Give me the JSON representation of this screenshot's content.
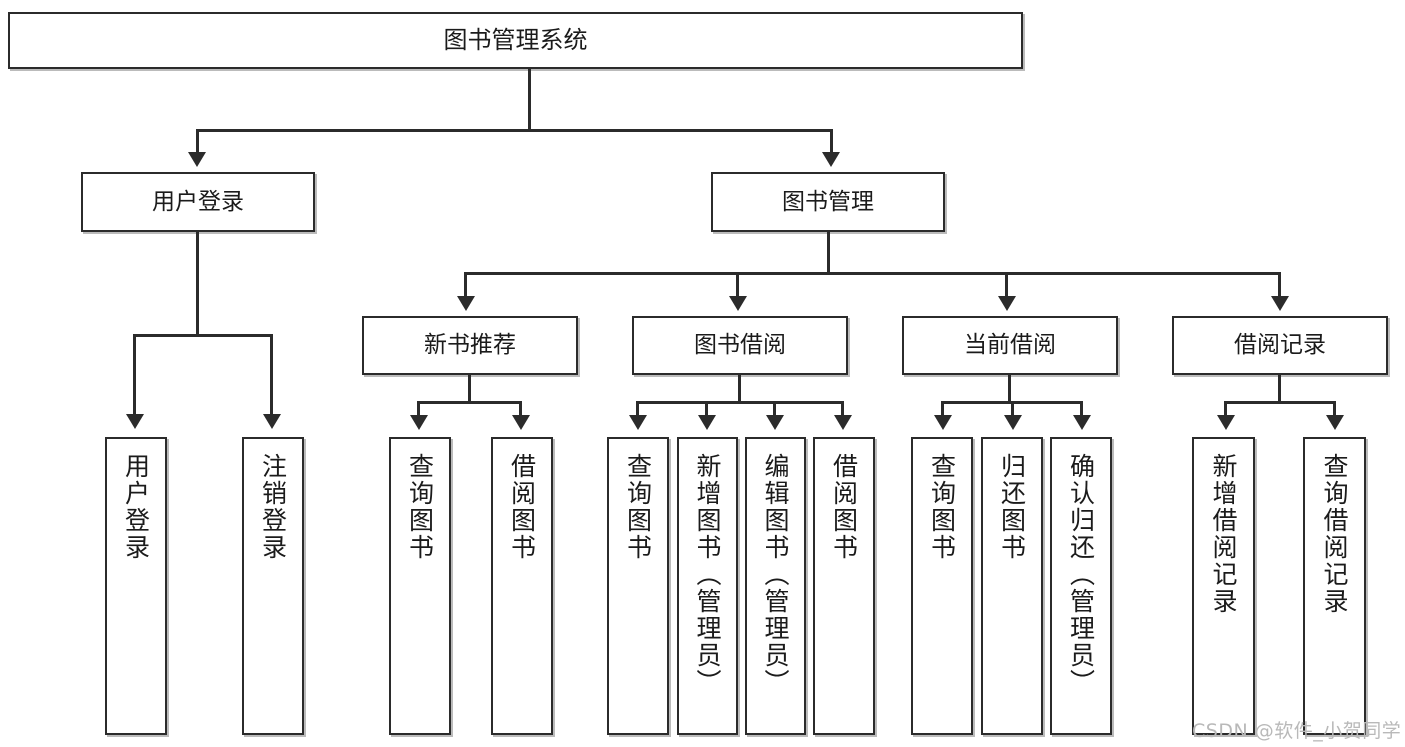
{
  "diagram": {
    "title": "图书管理系统",
    "type": "tree-hierarchy-diagram",
    "accent_color": "#2b2b2b",
    "background_color": "#ffffff",
    "root": {
      "label": "图书管理系统"
    },
    "level2": [
      {
        "label": "用户登录"
      },
      {
        "label": "图书管理"
      }
    ],
    "level3": [
      {
        "label": "新书推荐"
      },
      {
        "label": "图书借阅"
      },
      {
        "label": "当前借阅"
      },
      {
        "label": "借阅记录"
      }
    ],
    "leaves": {
      "user_login": [
        {
          "label": "用户登录"
        },
        {
          "label": "注销登录"
        }
      ],
      "new_book": [
        {
          "label": "查询图书"
        },
        {
          "label": "借阅图书"
        }
      ],
      "book_borrow": [
        {
          "label": "查询图书"
        },
        {
          "label": "新增图书（管理员）"
        },
        {
          "label": "编辑图书（管理员）"
        },
        {
          "label": "借阅图书"
        }
      ],
      "current_borrow": [
        {
          "label": "查询图书"
        },
        {
          "label": "归还图书"
        },
        {
          "label": "确认归还（管理员）"
        }
      ],
      "borrow_record": [
        {
          "label": "新增借阅记录"
        },
        {
          "label": "查询借阅记录"
        }
      ]
    }
  },
  "watermark": {
    "text": "CSDN @软件_小贺同学"
  }
}
